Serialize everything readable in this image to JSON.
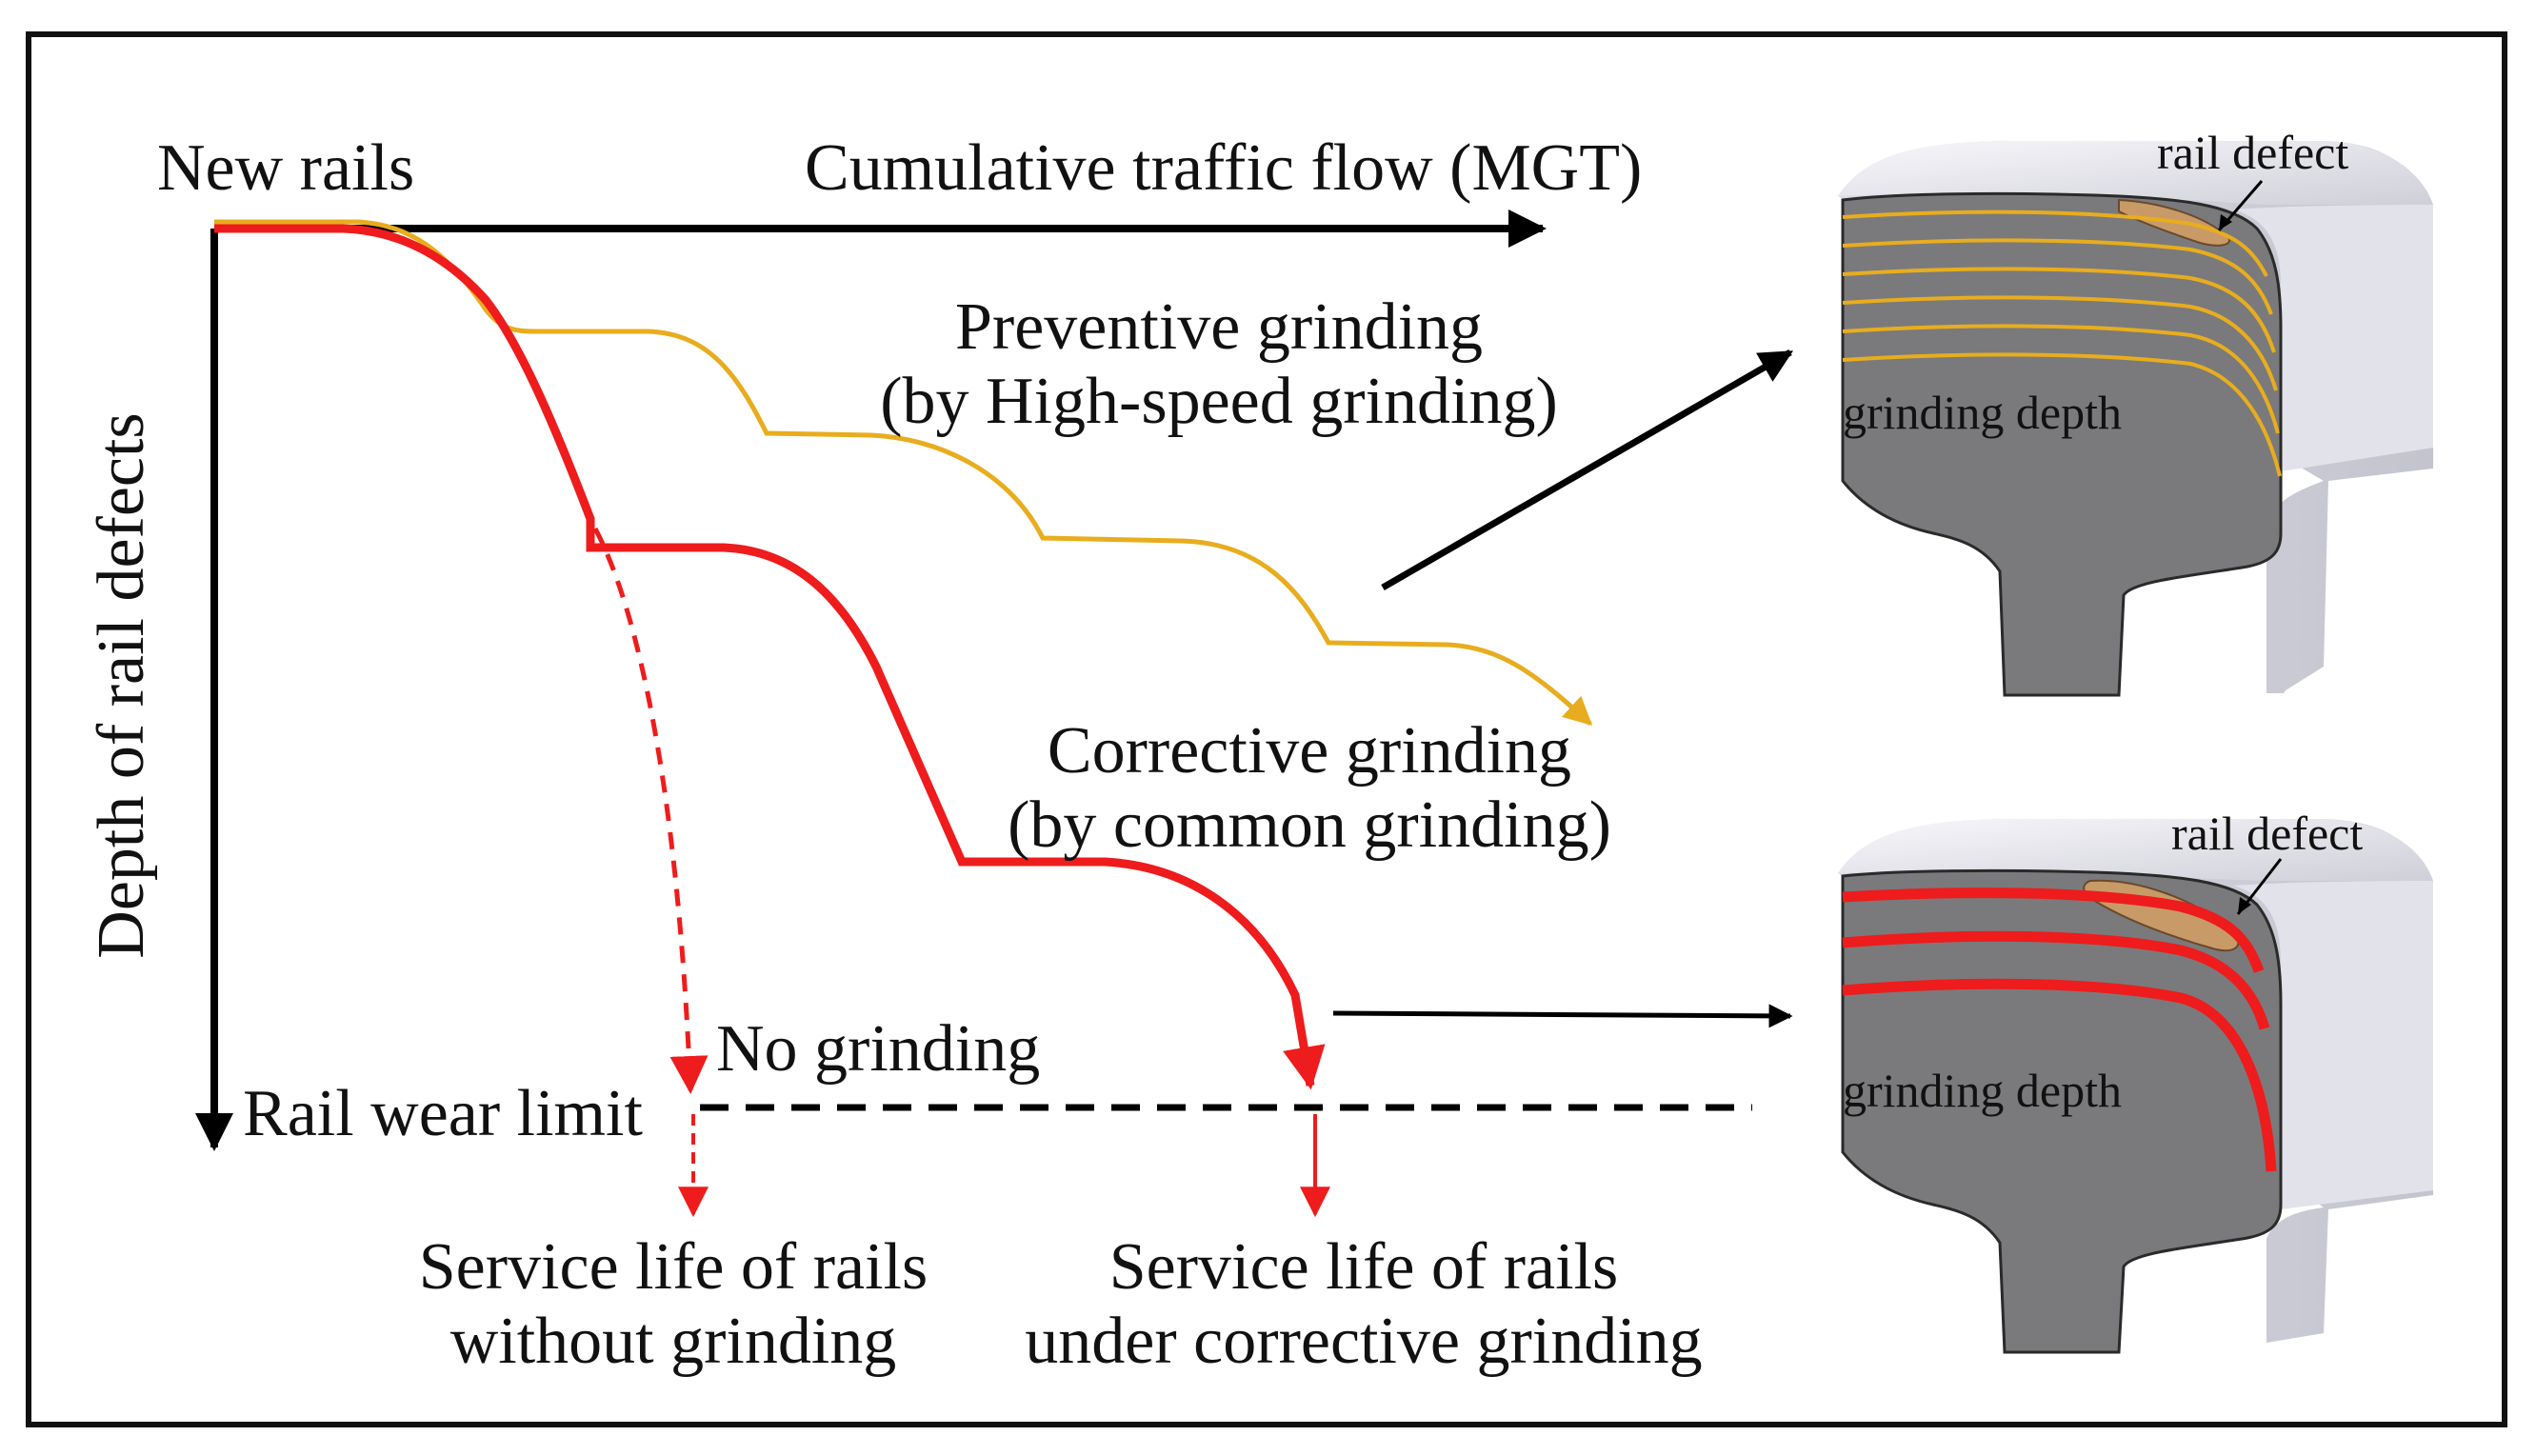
{
  "labels": {
    "new_rails": "New rails",
    "x_axis": "Cumulative traffic flow (MGT)",
    "y_axis": "Depth of rail defects",
    "preventive_line1": "Preventive grinding",
    "preventive_line2": "(by High-speed grinding)",
    "corrective_line1": "Corrective grinding",
    "corrective_line2": "(by common grinding)",
    "no_grinding": "No grinding",
    "wear_limit": "Rail wear limit",
    "service_no_grind_line1": "Service life of rails",
    "service_no_grind_line2": "without grinding",
    "service_corrective_line1": "Service life of rails",
    "service_corrective_line2": "under corrective grinding",
    "top_rail_defect": "rail defect",
    "top_grinding_depth": "grinding depth",
    "bottom_rail_defect": "rail defect",
    "bottom_grinding_depth": "grinding depth"
  },
  "colors": {
    "preventive": "#e8ad1e",
    "corrective": "#ee1c1c",
    "axes": "#000000",
    "rail_section": "#7a7a7c",
    "rail_surface": "#e3e3ea",
    "defect": "#c89a68"
  }
}
